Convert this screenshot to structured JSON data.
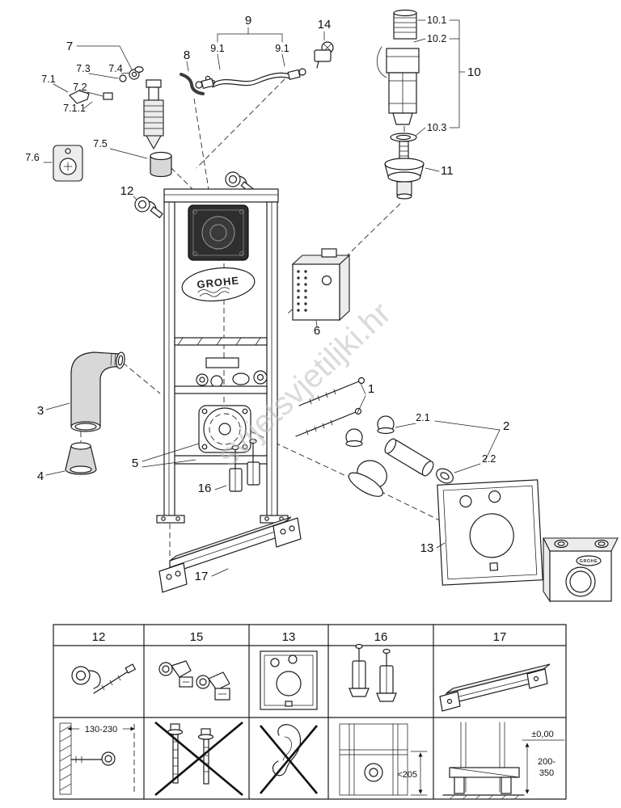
{
  "brand": {
    "logo": "GROHE"
  },
  "watermark": {
    "text": "svijetsvjetiljki.hr"
  },
  "callouts": {
    "c1": "1",
    "c2": "2",
    "c2_1": "2.1",
    "c2_2": "2.2",
    "c3": "3",
    "c4": "4",
    "c5": "5",
    "c6": "6",
    "c7": "7",
    "c7_1": "7.1",
    "c7_1_1": "7.1.1",
    "c7_2": "7.2",
    "c7_3": "7.3",
    "c7_4": "7.4",
    "c7_5": "7.5",
    "c7_6": "7.6",
    "c8": "8",
    "c9": "9",
    "c9_1": "9.1",
    "c10": "10",
    "c10_1": "10.1",
    "c10_2": "10.2",
    "c10_3": "10.3",
    "c11": "11",
    "c12": "12",
    "c13": "13",
    "c14": "14",
    "c16": "16",
    "c17": "17"
  },
  "table": {
    "headers": [
      "12",
      "15",
      "13",
      "16",
      "17"
    ],
    "col12_dim": "130-230",
    "col16_dim": "<205",
    "col17_datum": "±0,00",
    "col17_range_a": "200-",
    "col17_range_b": "350"
  }
}
